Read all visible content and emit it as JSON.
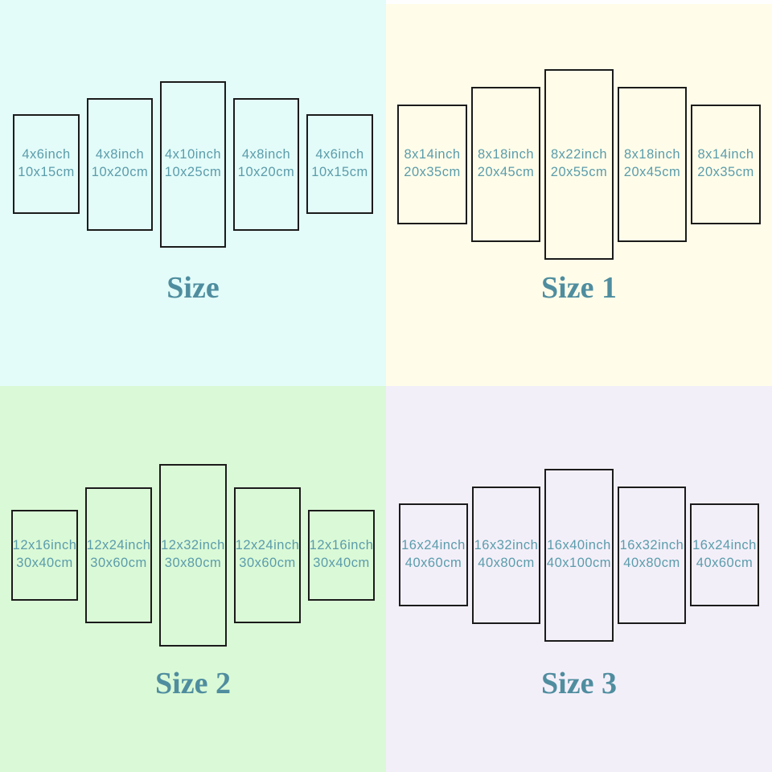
{
  "colors": {
    "panel_text": "#5b9cab",
    "title_text": "#4f8d9f",
    "panel_border": "#1b1b1b",
    "quadrant_bg_size": "#e3fcf9",
    "quadrant_bg_size1": "#fffde9",
    "quadrant_bg_size2": "#daf9d6",
    "quadrant_bg_size3": "#f3eff9"
  },
  "quadrants": [
    {
      "title": "Size",
      "panels": [
        {
          "inch": "4x6inch",
          "cm": "10x15cm"
        },
        {
          "inch": "4x8inch",
          "cm": "10x20cm"
        },
        {
          "inch": "4x10inch",
          "cm": "10x25cm"
        },
        {
          "inch": "4x8inch",
          "cm": "10x20cm"
        },
        {
          "inch": "4x6inch",
          "cm": "10x15cm"
        }
      ]
    },
    {
      "title": "Size 1",
      "panels": [
        {
          "inch": "8x14inch",
          "cm": "20x35cm"
        },
        {
          "inch": "8x18inch",
          "cm": "20x45cm"
        },
        {
          "inch": "8x22inch",
          "cm": "20x55cm"
        },
        {
          "inch": "8x18inch",
          "cm": "20x45cm"
        },
        {
          "inch": "8x14inch",
          "cm": "20x35cm"
        }
      ]
    },
    {
      "title": "Size 2",
      "panels": [
        {
          "inch": "12x16inch",
          "cm": "30x40cm"
        },
        {
          "inch": "12x24inch",
          "cm": "30x60cm"
        },
        {
          "inch": "12x32inch",
          "cm": "30x80cm"
        },
        {
          "inch": "12x24inch",
          "cm": "30x60cm"
        },
        {
          "inch": "12x16inch",
          "cm": "30x40cm"
        }
      ]
    },
    {
      "title": "Size 3",
      "panels": [
        {
          "inch": "16x24inch",
          "cm": "40x60cm"
        },
        {
          "inch": "16x32inch",
          "cm": "40x80cm"
        },
        {
          "inch": "16x40inch",
          "cm": "40x100cm"
        },
        {
          "inch": "16x32inch",
          "cm": "40x80cm"
        },
        {
          "inch": "16x24inch",
          "cm": "40x60cm"
        }
      ]
    }
  ]
}
